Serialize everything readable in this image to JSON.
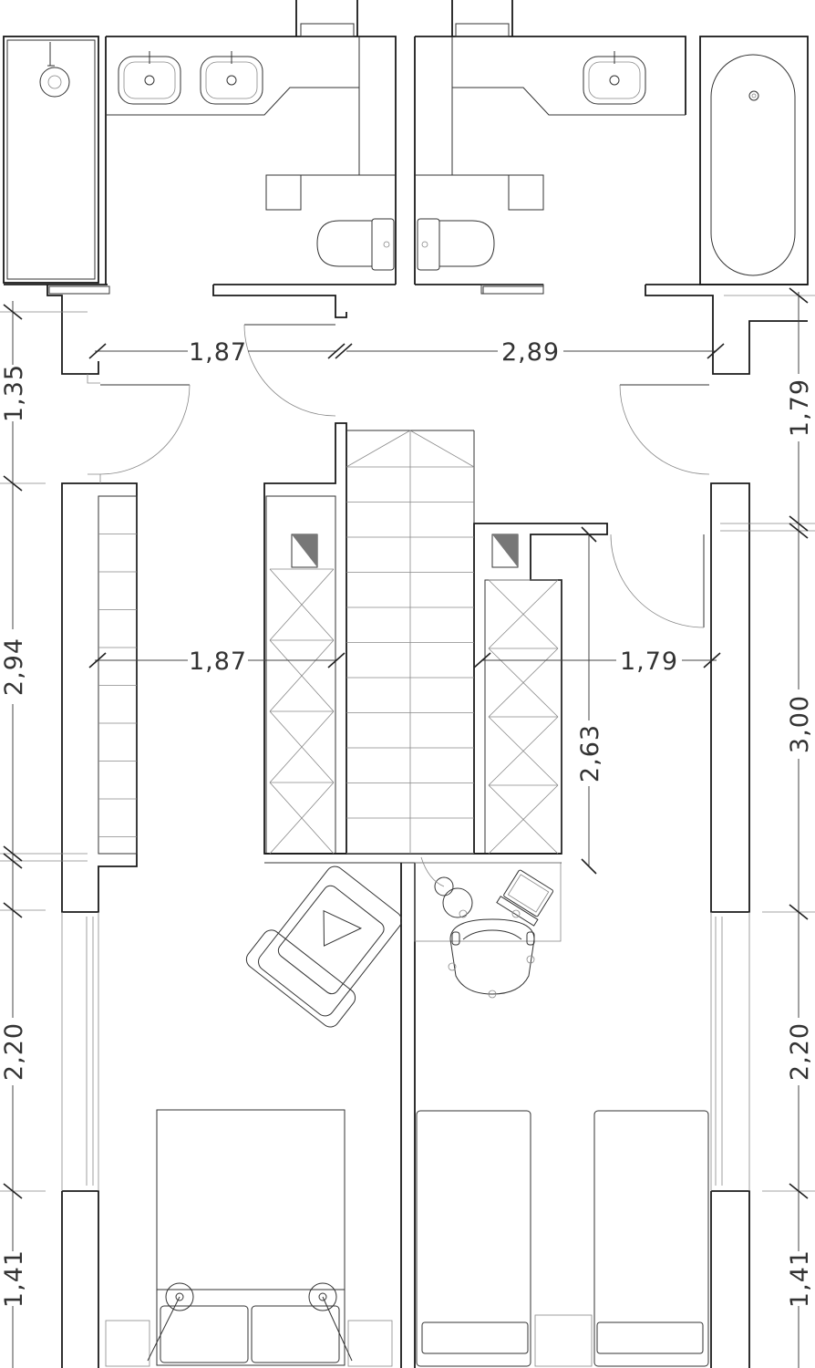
{
  "dimensions": {
    "top_left": "1,87",
    "top_right": "2,89",
    "mid_left": "1,87",
    "mid_right": "1,79",
    "stair_vertical": "2,63",
    "left_side": [
      "1,35",
      "2,94",
      "2,20",
      "1,41"
    ],
    "right_side": [
      "1,79",
      "3,00",
      "2,20",
      "1,41"
    ]
  }
}
